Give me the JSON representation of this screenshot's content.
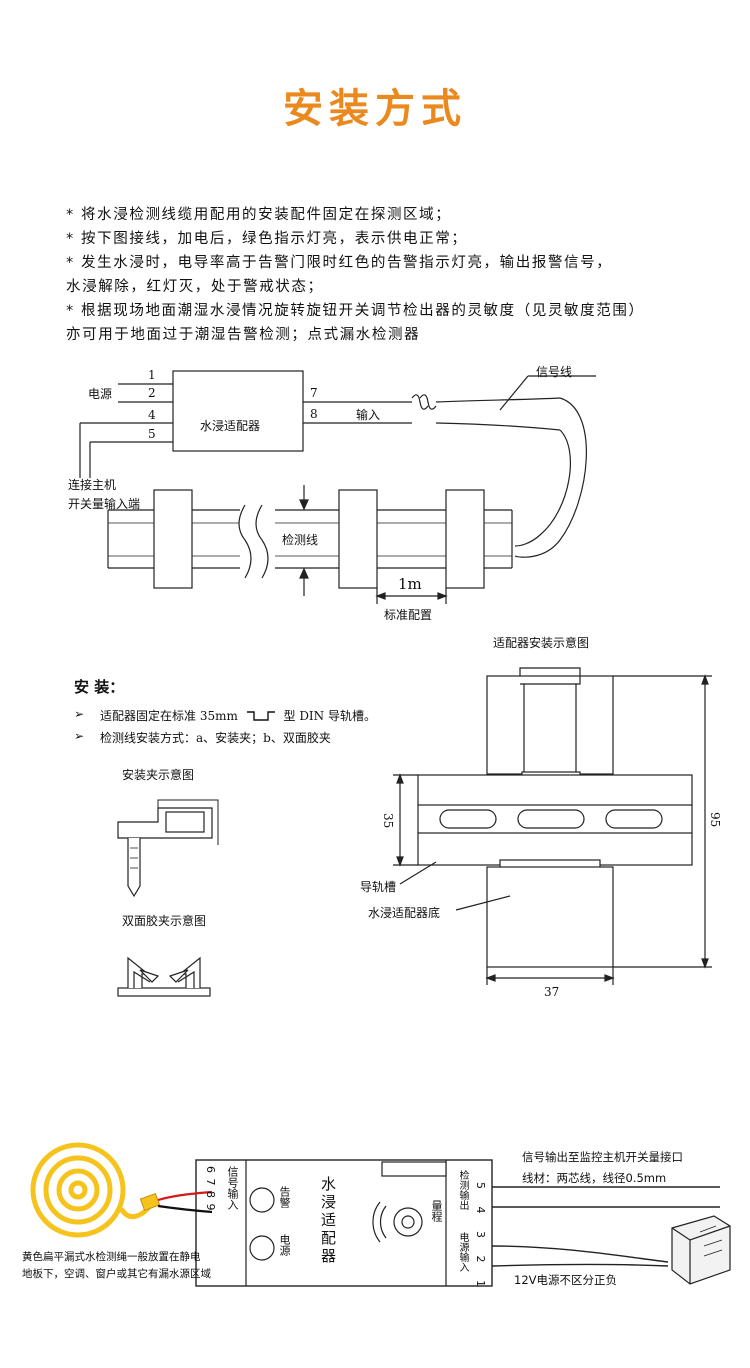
{
  "title": "安装方式",
  "notes": [
    "*  将水浸检测线缆用配用的安装配件固定在探测区域；",
    "*  按下图接线，加电后，绿色指示灯亮，表示供电正常；",
    "*  发生水浸时，电导率高于告警门限时红色的告警指示灯亮，输出报警信号，",
    "水浸解除，红灯灭，处于警戒状态；",
    "*  根据现场地面潮湿水浸情况旋转旋钮开关调节检出器的灵敏度（见灵敏度范围）",
    "亦可用于地面过于潮湿告警检测；点式漏水检测器"
  ],
  "wiring": {
    "power_label": "电源",
    "terminals": [
      "1",
      "2",
      "4",
      "5",
      "7",
      "8"
    ],
    "adapter_label": "水浸适配器",
    "input_label": "输入",
    "signal_line_label": "信号线",
    "host_label_line1": "连接主机",
    "host_label_line2": "开关量输入端",
    "sensor_line_label": "检测线",
    "spacing_label": "1m",
    "standard_label": "标准配置"
  },
  "install": {
    "heading": "安 装：",
    "bullet_char": "➢",
    "item1_prefix": "适配器固定在标准 35mm",
    "item1_suffix": "型 DIN 导轨槽。",
    "item2": "检测线安装方式：a、安装夹；b、双面胶夹",
    "clip_caption": "安装夹示意图",
    "tape_caption": "双面胶夹示意图",
    "adapter_diagram_caption": "适配器安装示意图",
    "dim_35": "35",
    "dim_95": "95",
    "dim_37": "37",
    "rail_label": "导轨槽",
    "base_label": "水浸适配器底"
  },
  "bottom": {
    "module_title": "水浸适配器",
    "signal_input": "信号输入",
    "signal_terms": "6 7 8 9",
    "alarm": "告警",
    "power": "电源",
    "range": "量程",
    "detect_output": "检测输出",
    "power_input": "电源输入",
    "right_terms": "5 4 3 2 1",
    "signal_out_text": "信号输出至监控主机开关量接口",
    "wire_text": "线材：两芯线，线径0.5mm",
    "psu_text": "12V电源不区分正负",
    "rope_text_line1": "黄色扁平漏式水检测绳一般放置在静电",
    "rope_text_line2": "地板下，空调、窗户或其它有漏水源区域"
  },
  "colors": {
    "title": "#ea8a1e",
    "rope_yellow": "#f6c21c",
    "wire_red": "#d41b1b",
    "wire_black": "#111111",
    "line": "#222222"
  }
}
